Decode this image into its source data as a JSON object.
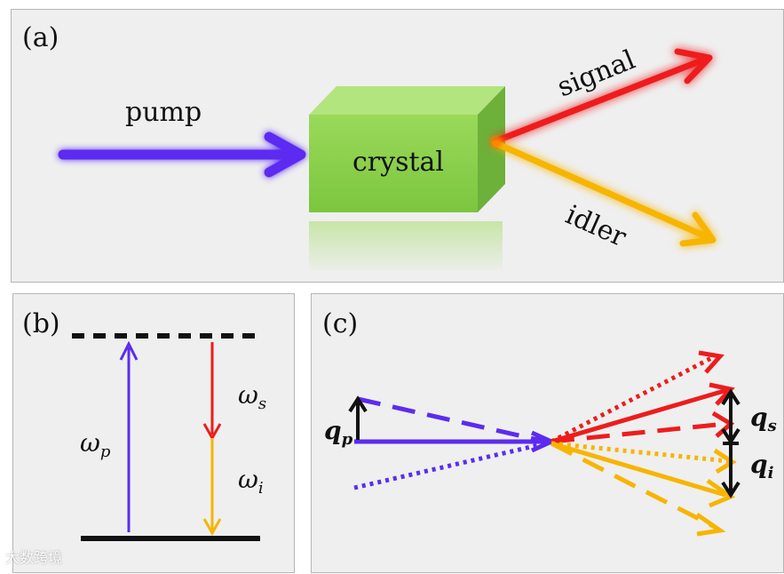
{
  "panel_a": {
    "label": "(a)",
    "pump_label": "pump",
    "crystal_label": "crystal",
    "signal_label": "signal",
    "idler_label": "idler"
  },
  "panel_b": {
    "label": "(b)",
    "omega_p": "ωp",
    "omega_s": "ωs",
    "omega_i": "ωi"
  },
  "panel_c": {
    "label": "(c)",
    "q_p": "qp",
    "q_s": "qs",
    "q_i": "qi"
  },
  "watermark": "大数跨境",
  "colors": {
    "pump": "#5b2cf0",
    "signal": "#ee1c1c",
    "idler": "#f7b500",
    "crystal": "#8fd44f",
    "black": "#111111"
  }
}
